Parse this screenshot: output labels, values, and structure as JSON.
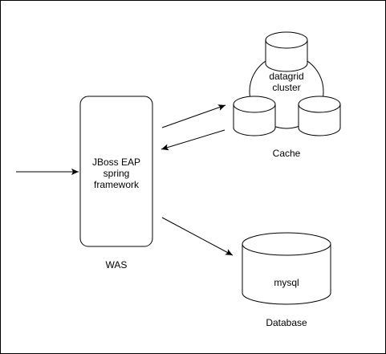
{
  "diagram": {
    "was_node_text": "JBoss EAP\nspring\nframework",
    "was_caption": "WAS",
    "datagrid_text": "datagrid\ncluster",
    "cache_caption": "Cache",
    "database_text": "mysql",
    "database_caption": "Database"
  },
  "colors": {
    "stroke": "#000000",
    "fill": "#ffffff"
  }
}
